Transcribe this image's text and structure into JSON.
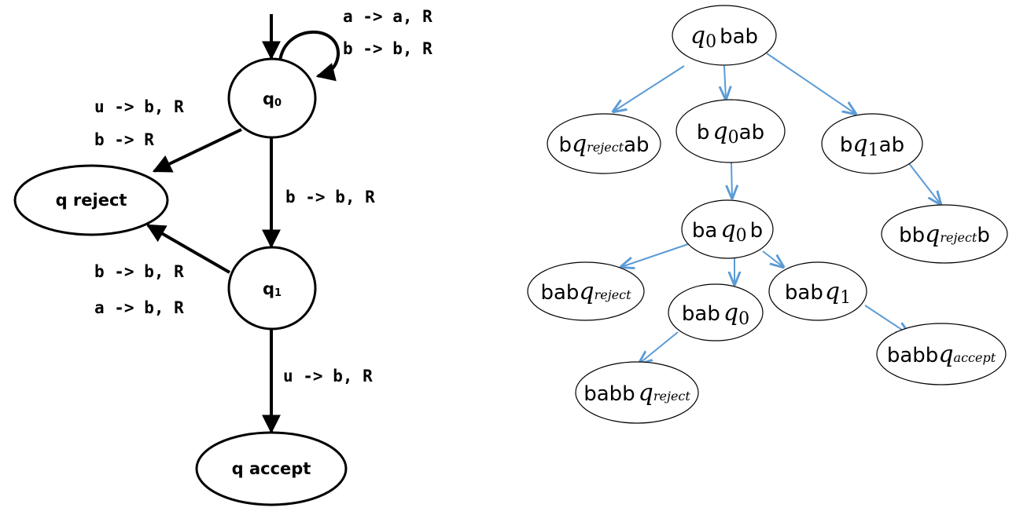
{
  "machine": {
    "states": [
      {
        "id": "q0",
        "label": "q",
        "sub": "0"
      },
      {
        "id": "reject",
        "label": "q reject",
        "sub": ""
      },
      {
        "id": "q1",
        "label": "q",
        "sub": "1"
      },
      {
        "id": "accept",
        "label": "q accept",
        "sub": ""
      }
    ],
    "transitions": [
      {
        "id": "q0-loop",
        "labels": [
          "a -> a, R",
          "b -> b, R"
        ]
      },
      {
        "id": "q0-reject",
        "labels": [
          "u -> b, R",
          "b -> R"
        ]
      },
      {
        "id": "q0-q1",
        "labels": [
          "b -> b, R"
        ]
      },
      {
        "id": "q1-reject",
        "labels": [
          "b -> b, R",
          "a -> b, R"
        ]
      },
      {
        "id": "q1-accept",
        "labels": [
          "u -> b, R"
        ]
      }
    ]
  },
  "tree": {
    "nodes": [
      {
        "id": "n1",
        "pre": "",
        "sub": "0",
        "post": "bab"
      },
      {
        "id": "n2",
        "pre": "b",
        "sub": "reject",
        "post": "ab"
      },
      {
        "id": "n3",
        "pre": "b",
        "sub": "0",
        "post": "ab"
      },
      {
        "id": "n4",
        "pre": "b",
        "sub": "1",
        "post": "ab"
      },
      {
        "id": "n5",
        "pre": "ba",
        "sub": "0",
        "post": "b"
      },
      {
        "id": "n6",
        "pre": "bb",
        "sub": "reject",
        "post": "b"
      },
      {
        "id": "n7",
        "pre": "bab",
        "sub": "reject",
        "post": ""
      },
      {
        "id": "n8",
        "pre": "bab",
        "sub": "0",
        "post": ""
      },
      {
        "id": "n9",
        "pre": "bab",
        "sub": "1",
        "post": ""
      },
      {
        "id": "n10",
        "pre": "babb",
        "sub": "accept",
        "post": ""
      },
      {
        "id": "n11",
        "pre": "babb",
        "sub": "reject",
        "post": ""
      }
    ],
    "edge_color": "#5b9bd5"
  }
}
